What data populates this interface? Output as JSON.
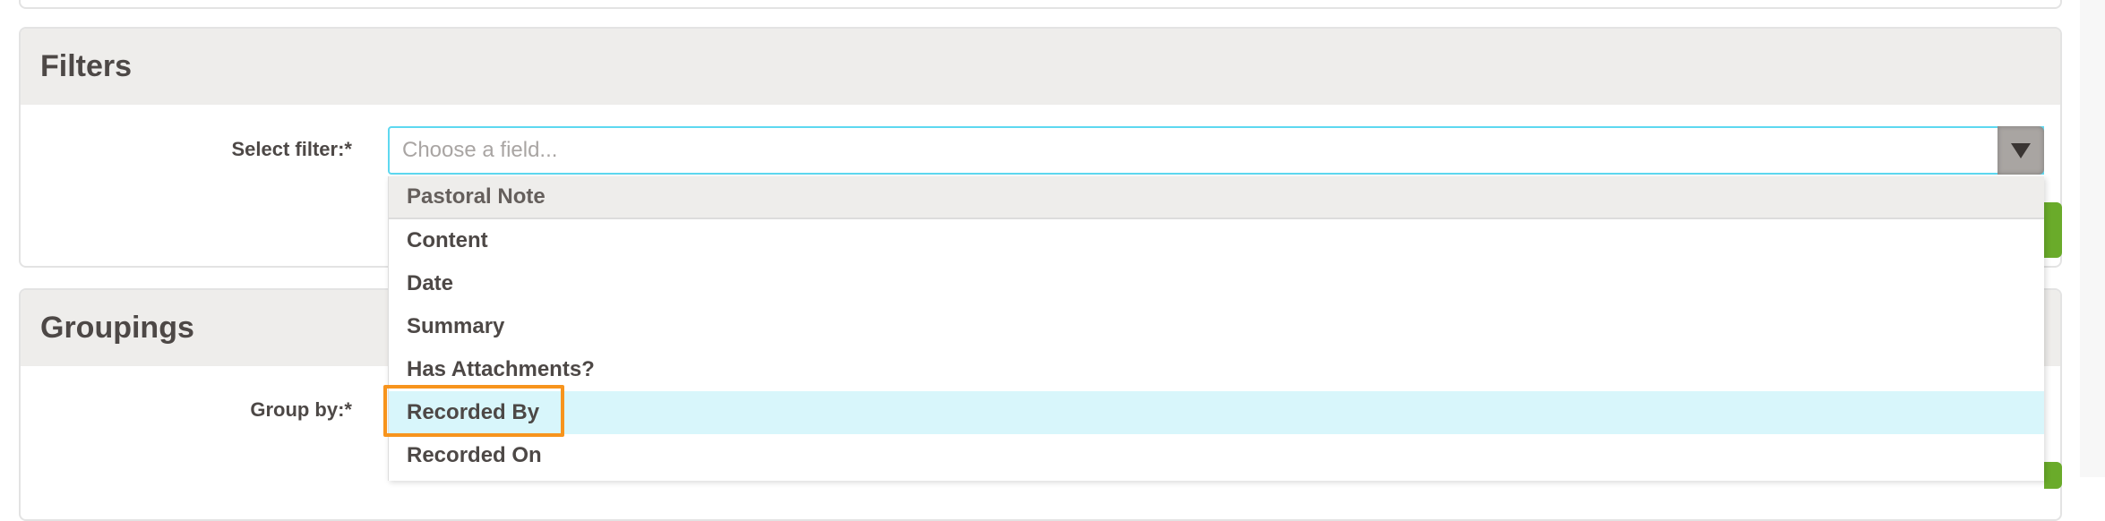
{
  "filters": {
    "title": "Filters",
    "select_label": "Select filter:*",
    "placeholder": "Choose a field...",
    "dropdown": {
      "group_label": "Pastoral Note",
      "options": [
        "Content",
        "Date",
        "Summary",
        "Has Attachments?",
        "Recorded By",
        "Recorded On"
      ],
      "highlighted": "Recorded By"
    }
  },
  "groupings": {
    "title": "Groupings",
    "group_by_label": "Group by:*"
  },
  "colors": {
    "focus": "#5dd8f0",
    "highlight": "#d8f6fb",
    "annotation": "#f7941d",
    "green": "#6aab2a"
  }
}
